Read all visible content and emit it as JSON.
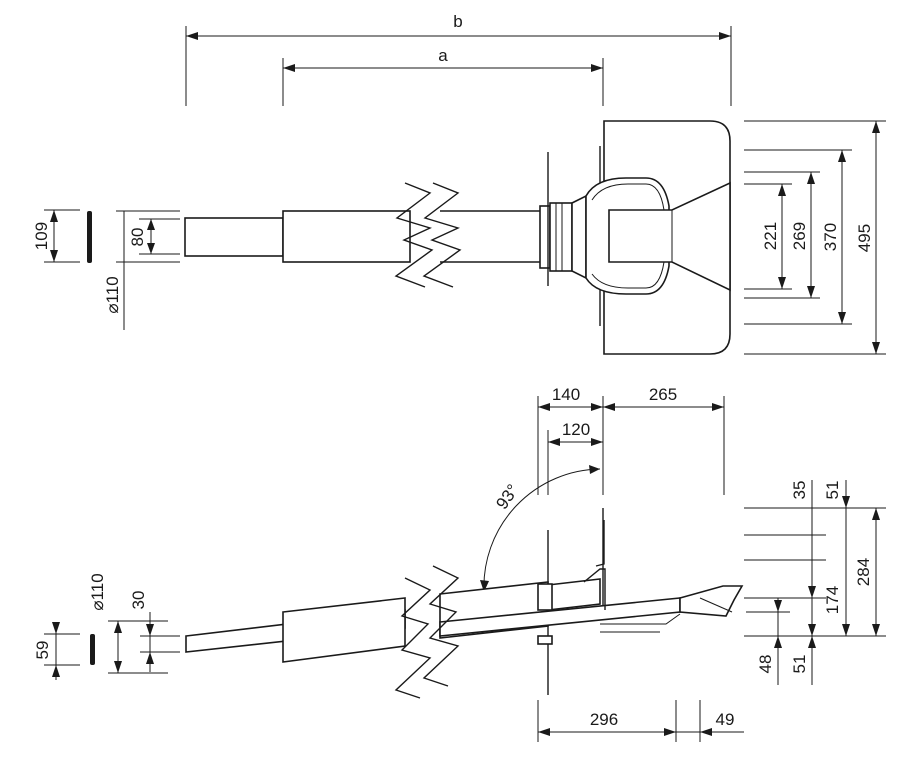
{
  "top_view": {
    "dim_b": "b",
    "dim_a": "a",
    "dim_109": "109",
    "dim_80": "80",
    "dim_d110": "⌀110",
    "dim_221": "221",
    "dim_269": "269",
    "dim_370": "370",
    "dim_495": "495"
  },
  "side_view": {
    "dim_140": "140",
    "dim_265": "265",
    "dim_120": "120",
    "angle_93": "93°",
    "dim_d110": "⌀110",
    "dim_30": "30",
    "dim_59": "59",
    "dim_35": "35",
    "dim_51_top": "51",
    "dim_174": "174",
    "dim_284": "284",
    "dim_48": "48",
    "dim_51_bottom": "51",
    "dim_296": "296",
    "dim_49": "49"
  }
}
